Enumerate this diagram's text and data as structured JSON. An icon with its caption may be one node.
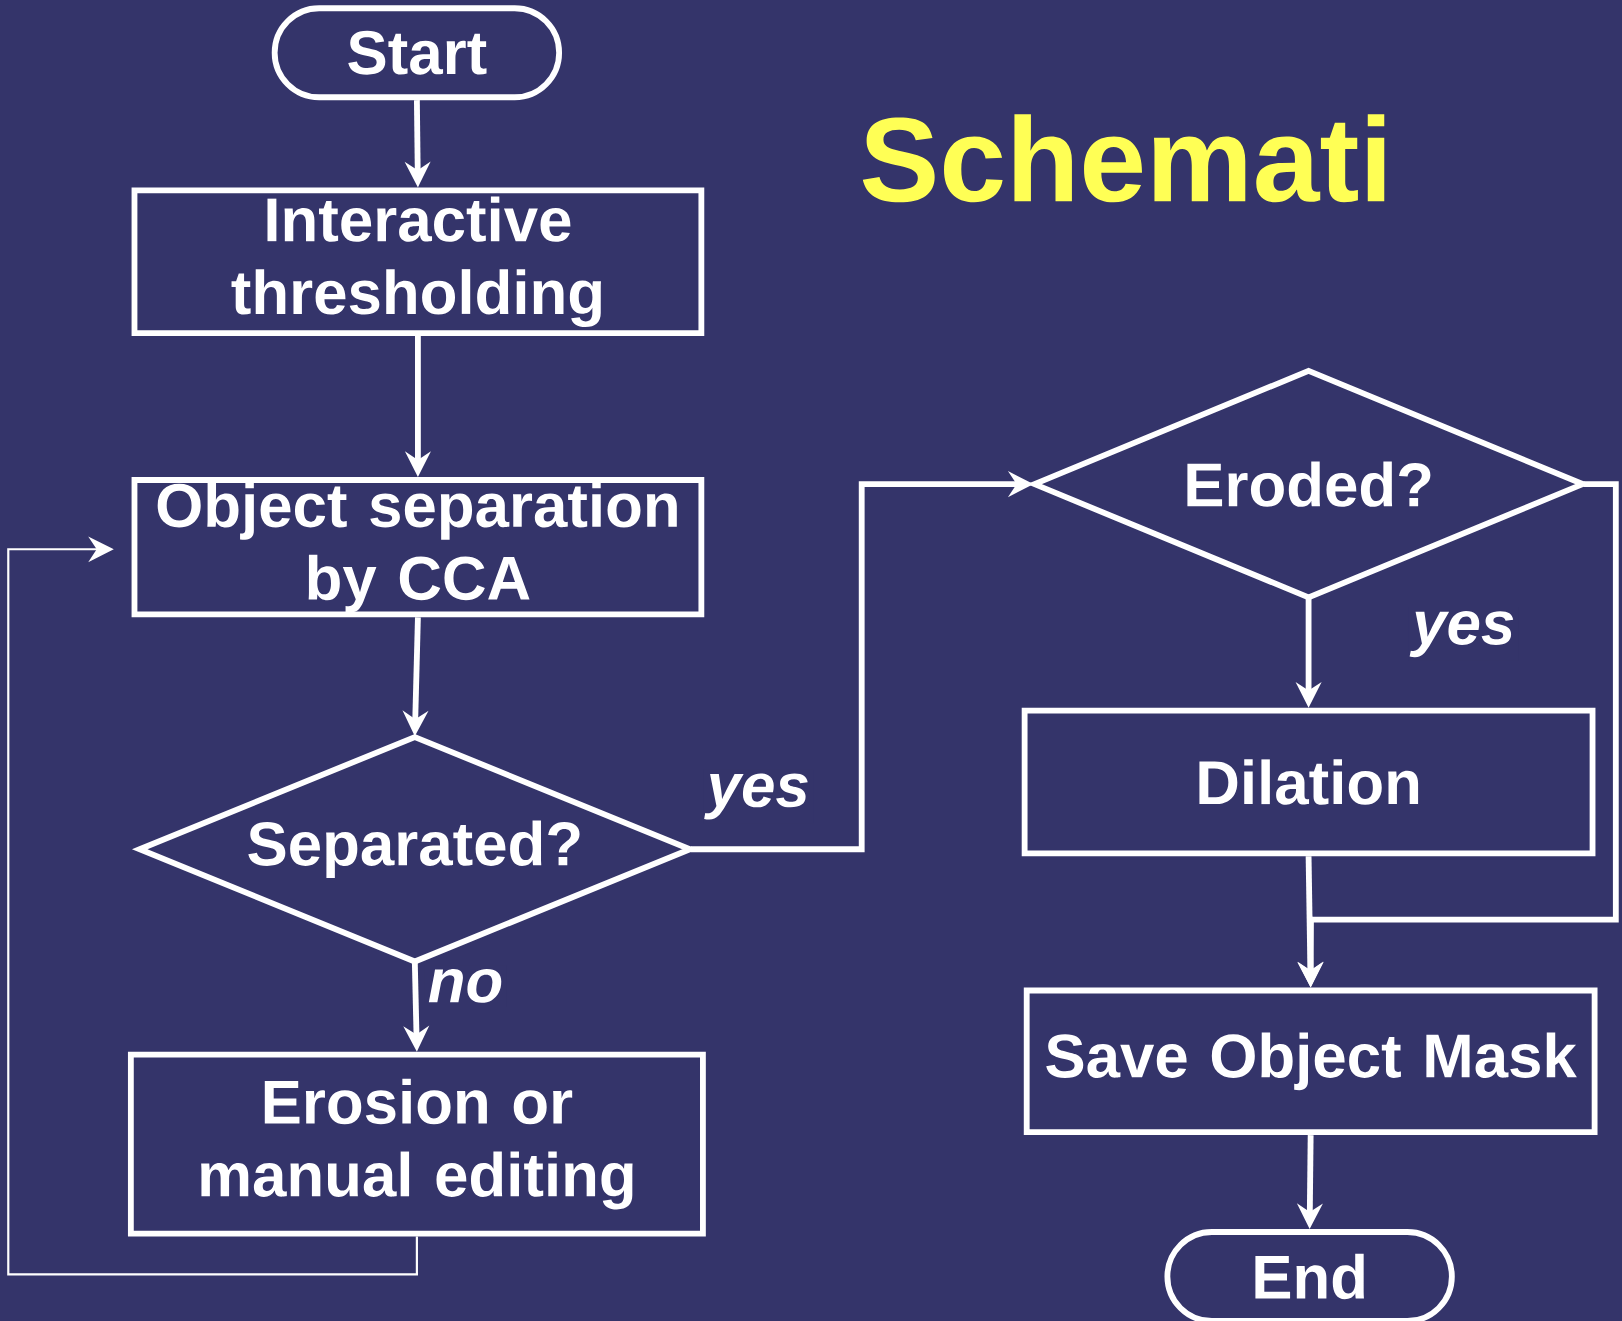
{
  "diagram": {
    "title": "Schemati",
    "nodes": [
      {
        "text": [
          "Start"
        ]
      },
      {
        "text": [
          "Interactive thresholding"
        ]
      },
      {
        "text": [
          "Object separation by CCA"
        ]
      },
      {
        "text": [
          "Separated?"
        ]
      },
      {
        "text": [
          "Erosion or manual editing"
        ]
      },
      {
        "text": [
          "Eroded?"
        ]
      },
      {
        "text": [
          "Dilation"
        ]
      },
      {
        "text": [
          "Save Object Mask"
        ]
      },
      {
        "text": [
          "End"
        ]
      }
    ],
    "edges": [
      {
        "from": 0,
        "to": 1,
        "arrow": "to"
      },
      {
        "from": 1,
        "to": 2,
        "arrow": "to"
      },
      {
        "from": 2,
        "to": 3,
        "arrow": "to"
      },
      {
        "from": 3,
        "to": 4,
        "arrow": "to",
        "label": "no"
      },
      {
        "from": 3,
        "to": 5,
        "arrow": "to",
        "label": "yes"
      },
      {
        "from": 4,
        "to": 2,
        "arrow": "to"
      },
      {
        "from": 5,
        "to": 6,
        "arrow": "to",
        "label": "yes"
      },
      {
        "from": 5,
        "to": 7,
        "arrow": "to"
      },
      {
        "from": 6,
        "to": 7,
        "arrow": "to"
      },
      {
        "from": 7,
        "to": 8,
        "arrow": "to"
      }
    ]
  }
}
